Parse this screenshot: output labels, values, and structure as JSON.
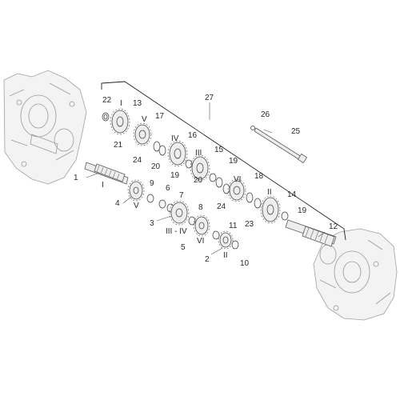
{
  "callouts": {
    "n22": "22",
    "n13": "13",
    "r1a": "I",
    "n17": "17",
    "r5a": "V",
    "n21": "21",
    "n24a": "24",
    "n20a": "20",
    "n16": "16",
    "r4a": "IV",
    "n15": "15",
    "r3a": "III",
    "n19a": "19",
    "n19b": "19",
    "n20b": "20",
    "n18": "18",
    "r6a": "VI",
    "n24b": "24",
    "n27": "27",
    "n26": "26",
    "n25": "25",
    "n1": "1",
    "r1b": "I",
    "n9": "9",
    "n6": "6",
    "n7": "7",
    "n4": "4",
    "r5b": "V",
    "n3": "3",
    "r34": "III - IV",
    "n8": "8",
    "n5": "5",
    "r6b": "VI",
    "n11": "11",
    "n2": "2",
    "r2a": "II",
    "n10": "10",
    "n14": "14",
    "r2b": "II",
    "n23": "23",
    "n19c": "19",
    "n12": "12"
  }
}
